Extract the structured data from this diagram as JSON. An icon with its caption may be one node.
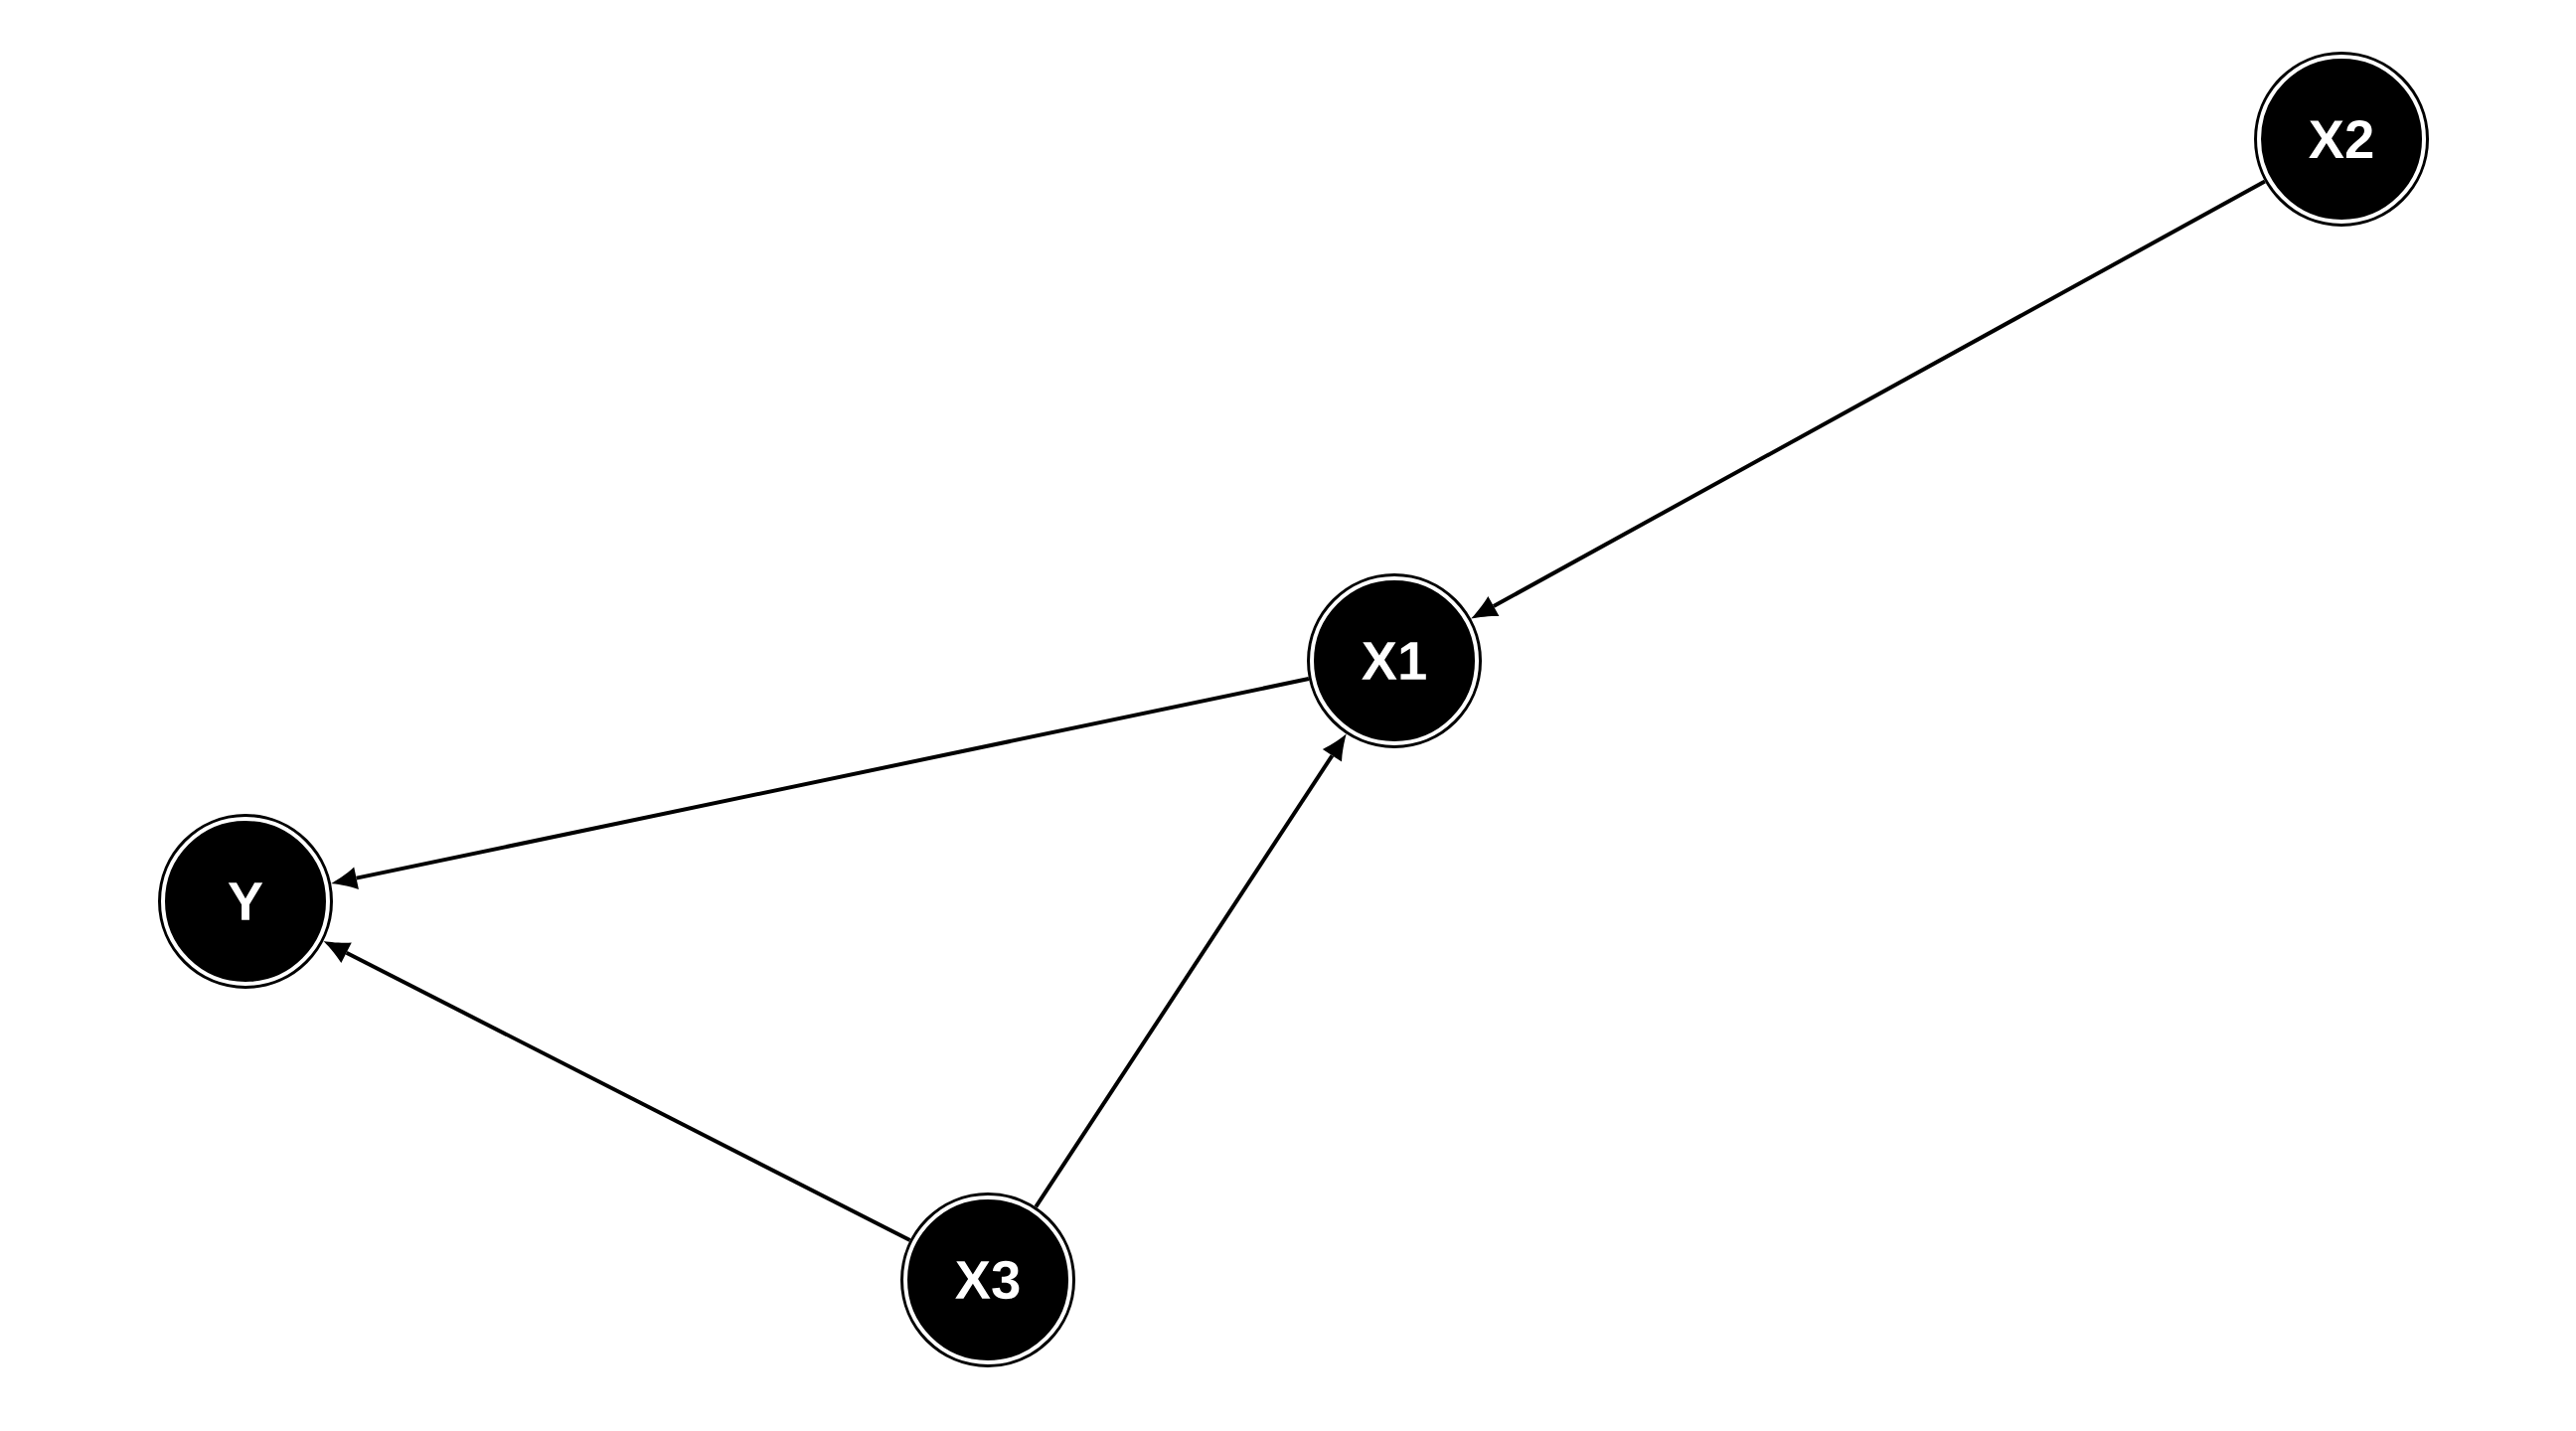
{
  "diagram": {
    "nodes": [
      {
        "text": [
          "X2"
        ]
      },
      {
        "text": [
          "X1"
        ]
      },
      {
        "text": [
          "Y"
        ]
      },
      {
        "text": [
          "X3"
        ]
      }
    ],
    "edges": [
      {
        "from": 0,
        "to": 1,
        "arrow": "to"
      },
      {
        "from": 1,
        "to": 2,
        "arrow": "to"
      },
      {
        "from": 3,
        "to": 1,
        "arrow": "to"
      },
      {
        "from": 3,
        "to": 2,
        "arrow": "to"
      }
    ]
  }
}
